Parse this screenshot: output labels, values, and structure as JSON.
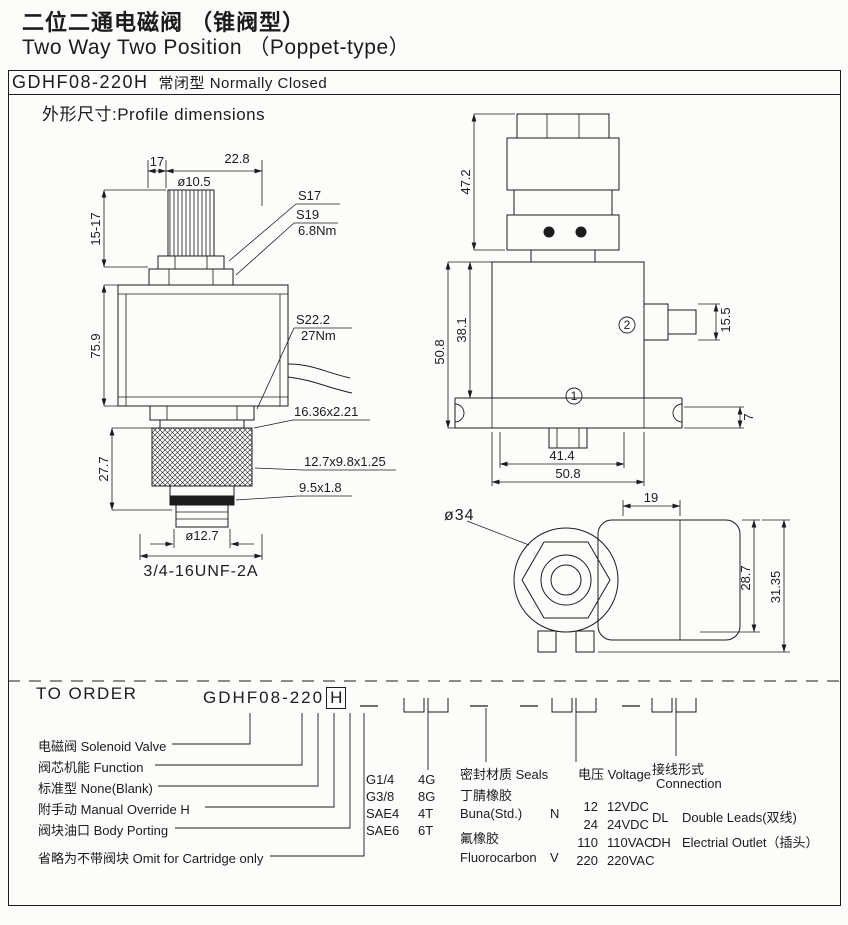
{
  "header": {
    "title_cn": "二位二通电磁阀 （锥阀型）",
    "title_en": "Two Way Two Position （Poppet-type）",
    "model": "GDHF08-220H",
    "model_suffix": "常闭型 Normally Closed"
  },
  "profile": {
    "section_title": "外形尺寸:Profile dimensions",
    "left": {
      "dim_17": "17",
      "dim_228": "22.8",
      "dia_stem": "ø10.5",
      "s17": "S17",
      "s19": "S19",
      "nm68": "6.8Nm",
      "dim_1517": "15-17",
      "s222": "S22.2",
      "nm27": "27Nm",
      "dim_759": "75.9",
      "oring1": "16.36x2.21",
      "dim_277": "27.7",
      "oring2": "12.7x9.8x1.25",
      "oring3": "9.5x1.8",
      "dia_tip": "ø12.7",
      "thread": "3/4-16UNF-2A"
    },
    "front": {
      "dim_472": "47.2",
      "dim_381": "38.1",
      "dim_508v": "50.8",
      "dim_155": "15.5",
      "dim_7": "7",
      "dim_414": "41.4",
      "dim_508h": "50.8",
      "callout_1": "1",
      "callout_2": "2"
    },
    "top": {
      "dia_34": "ø34",
      "dim_19": "19",
      "dim_287": "28.7",
      "dim_3135": "31.35"
    }
  },
  "order": {
    "title": "TO ORDER",
    "model": "GDHF08-220",
    "model_h": "H",
    "labels": [
      "电磁阀 Solenoid Valve",
      "阀芯机能 Function",
      "标准型 None(Blank)",
      "附手动 Manual Override  H",
      "阀块油口 Body Porting",
      "省略为不带阀块 Omit for Cartridge only"
    ],
    "porting": [
      {
        "port": "G1/4",
        "code": "4G"
      },
      {
        "port": "G3/8",
        "code": "8G"
      },
      {
        "port": "SAE4",
        "code": "4T"
      },
      {
        "port": "SAE6",
        "code": "6T"
      }
    ],
    "seals": {
      "header": "密封材质 Seals",
      "items": [
        {
          "cn": "丁腈橡胶",
          "en": "Buna(Std.)",
          "code": "N"
        },
        {
          "cn": "氟橡胶",
          "en": "Fluorocarbon",
          "code": "V"
        }
      ]
    },
    "voltage": {
      "header": "电压 Voltage",
      "items": [
        {
          "code": "12",
          "desc": "12VDC"
        },
        {
          "code": "24",
          "desc": "24VDC"
        },
        {
          "code": "110",
          "desc": "110VAC"
        },
        {
          "code": "220",
          "desc": "220VAC"
        }
      ]
    },
    "connection": {
      "header_cn": "接线形式",
      "header_en": "Connection",
      "items": [
        {
          "code": "DL",
          "desc": "Double Leads(双线)"
        },
        {
          "code": "DH",
          "desc": "Electrial Outlet（插头）"
        }
      ]
    }
  }
}
